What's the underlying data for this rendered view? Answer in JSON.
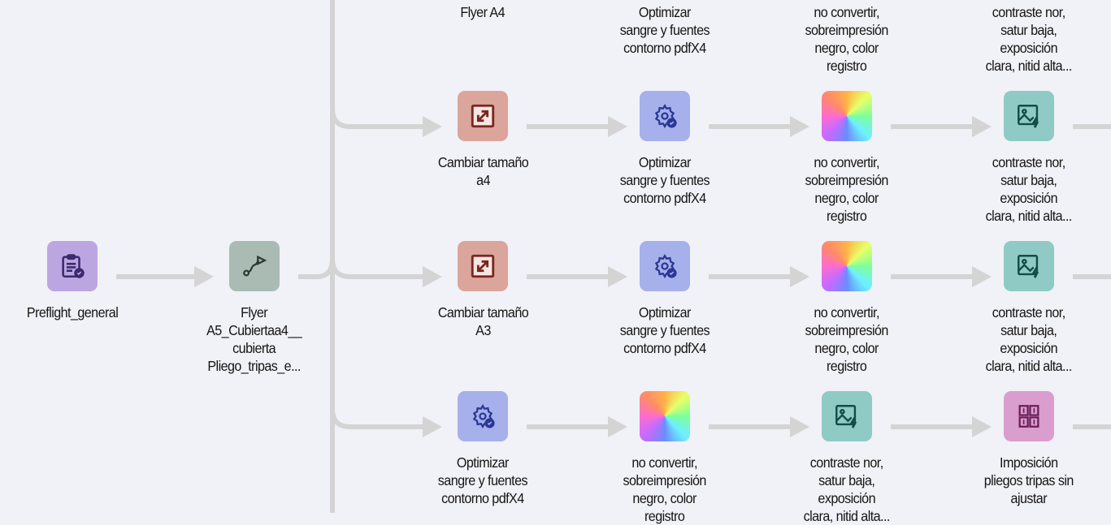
{
  "colors": {
    "background": "#f1f1f8",
    "wire": "#d4d4d4",
    "preflight": "#bca6e2",
    "flyer": "#aabbb4",
    "resize": "#dba59b",
    "gear": "#a6b0ea",
    "image": "#8fcac5",
    "imposition": "#d99dce"
  },
  "main": [
    {
      "label": "Preflight_general",
      "icon": "clipboard-check-icon",
      "kind": "preflight"
    },
    {
      "label": "Flyer\nA5_Cubiertaa4__\ncubierta\nPliego_tripas_e...",
      "icon": "route-icon",
      "kind": "flyer"
    }
  ],
  "branches": [
    [
      {
        "label": "Flyer A4",
        "icon": "resize-icon",
        "kind": "resize"
      },
      {
        "label": "Optimizar\nsangre y fuentes\ncontorno pdfX4",
        "icon": "gear-check-icon",
        "kind": "gear"
      },
      {
        "label": "no convertir,\nsobreimpresión\nnegro, color\nregistro",
        "icon": "color-wheel-icon",
        "kind": "rainbow"
      },
      {
        "label": "contraste nor,\nsatur baja,\nexposición\nclara, nitid alta...",
        "icon": "image-enhance-icon",
        "kind": "image"
      }
    ],
    [
      {
        "label": "Cambiar tamaño\na4",
        "icon": "resize-icon",
        "kind": "resize"
      },
      {
        "label": "Optimizar\nsangre y fuentes\ncontorno pdfX4",
        "icon": "gear-check-icon",
        "kind": "gear"
      },
      {
        "label": "no convertir,\nsobreimpresión\nnegro, color\nregistro",
        "icon": "color-wheel-icon",
        "kind": "rainbow"
      },
      {
        "label": "contraste nor,\nsatur baja,\nexposición\nclara, nitid alta...",
        "icon": "image-enhance-icon",
        "kind": "image"
      }
    ],
    [
      {
        "label": "Cambiar tamaño\nA3",
        "icon": "resize-icon",
        "kind": "resize"
      },
      {
        "label": "Optimizar\nsangre y fuentes\ncontorno pdfX4",
        "icon": "gear-check-icon",
        "kind": "gear"
      },
      {
        "label": "no convertir,\nsobreimpresión\nnegro, color\nregistro",
        "icon": "color-wheel-icon",
        "kind": "rainbow"
      },
      {
        "label": "contraste nor,\nsatur baja,\nexposición\nclara, nitid alta...",
        "icon": "image-enhance-icon",
        "kind": "image"
      }
    ],
    [
      {
        "label": "Optimizar\nsangre y fuentes\ncontorno pdfX4",
        "icon": "gear-check-icon",
        "kind": "gear"
      },
      {
        "label": "no convertir,\nsobreimpresión\nnegro, color\nregistro",
        "icon": "color-wheel-icon",
        "kind": "rainbow"
      },
      {
        "label": "contraste nor,\nsatur baja,\nexposición\nclara, nitid alta...",
        "icon": "image-enhance-icon",
        "kind": "image"
      },
      {
        "label": "Imposición\npliegos tripas sin\najustar",
        "icon": "imposition-grid-icon",
        "kind": "imposition"
      }
    ]
  ]
}
